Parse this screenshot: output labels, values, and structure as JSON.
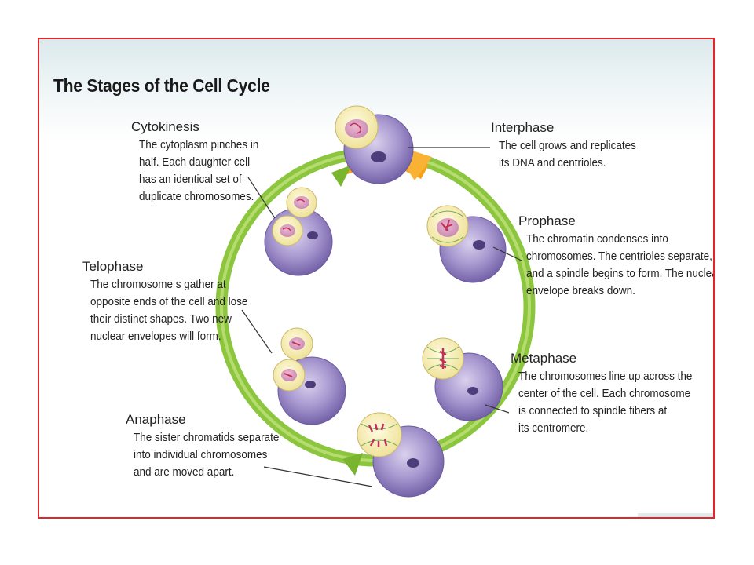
{
  "title": "The Stages of the Cell Cycle",
  "stages": [
    {
      "id": "cytokinesis",
      "name": "Cytokinesis",
      "lines": [
        "The cytoplasm pinches in",
        "half. Each daughter cell",
        "has an identical set of",
        "duplicate chromosomes."
      ]
    },
    {
      "id": "interphase",
      "name": "Interphase",
      "lines": [
        "The cell grows and replicates",
        "its DNA and centrioles."
      ]
    },
    {
      "id": "prophase",
      "name": "Prophase",
      "lines": [
        "The chromatin condenses into",
        "chromosomes. The centrioles separate,",
        "and a spindle begins to form. The nuclear",
        "envelope breaks down."
      ]
    },
    {
      "id": "telophase",
      "name": "Telophase",
      "lines": [
        "The chromosome s gather at",
        "opposite ends of the cell and lose",
        "their distinct shapes. Two new",
        "nuclear envelopes will form."
      ]
    },
    {
      "id": "metaphase",
      "name": "Metaphase",
      "lines": [
        "The chromosomes line up across the",
        "center of the cell. Each chromosome",
        "is connected to spindle fibers at",
        "its centromere."
      ]
    },
    {
      "id": "anaphase",
      "name": "Anaphase",
      "lines": [
        "The sister chromatids separate",
        "into individual chromosomes",
        "and are moved apart."
      ]
    }
  ],
  "colors": {
    "border": "#e0272b",
    "cycle_ring": "#8cc63f",
    "interphase_arrow": "#f7a21b",
    "cell_purple": "#9b8ac4",
    "cell_yellow": "#f6efb8",
    "chromosome_red": "#d3284a"
  }
}
